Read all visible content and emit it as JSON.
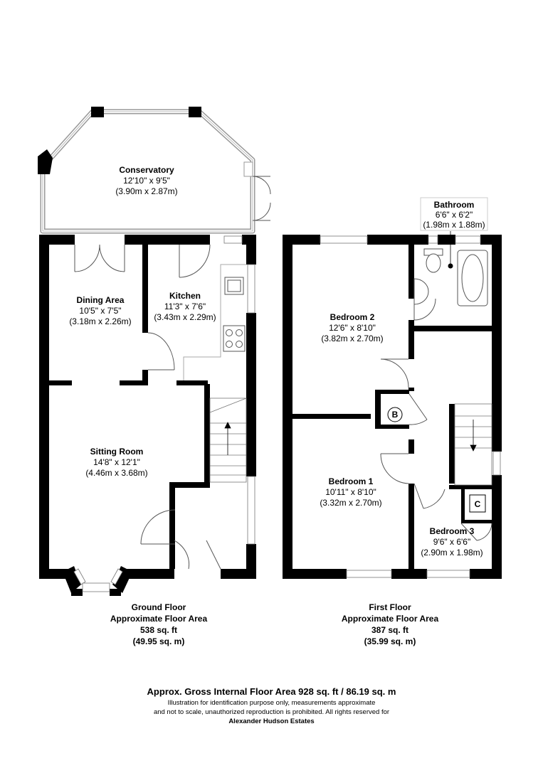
{
  "rooms": {
    "conservatory": {
      "name": "Conservatory",
      "imperial": "12'10\" x 9'5\"",
      "metric": "(3.90m x 2.87m)"
    },
    "dining": {
      "name": "Dining Area",
      "imperial": "10'5\" x 7'5\"",
      "metric": "(3.18m x 2.26m)"
    },
    "kitchen": {
      "name": "Kitchen",
      "imperial": "11'3\" x 7'6\"",
      "metric": "(3.43m x 2.29m)"
    },
    "sitting": {
      "name": "Sitting Room",
      "imperial": "14'8\" x 12'1\"",
      "metric": "(4.46m x 3.68m)"
    },
    "bathroom": {
      "name": "Bathroom",
      "imperial": "6'6\" x 6'2\"",
      "metric": "(1.98m x 1.88m)"
    },
    "bedroom2": {
      "name": "Bedroom 2",
      "imperial": "12'6\" x 8'10\"",
      "metric": "(3.82m x 2.70m)"
    },
    "bedroom1": {
      "name": "Bedroom 1",
      "imperial": "10'11\" x 8'10\"",
      "metric": "(3.32m x 2.70m)"
    },
    "bedroom3": {
      "name": "Bedroom 3",
      "imperial": "9'6\" x 6'6\"",
      "metric": "(2.90m x 1.98m)"
    }
  },
  "markers": {
    "boiler": "B",
    "cupboard": "C"
  },
  "floors": {
    "ground": {
      "name": "Ground Floor",
      "label": "Approximate Floor Area",
      "sqft": "538 sq. ft",
      "sqm": "(49.95 sq. m)"
    },
    "first": {
      "name": "First Floor",
      "label": "Approximate Floor Area",
      "sqft": "387 sq. ft",
      "sqm": "(35.99 sq. m)"
    }
  },
  "footer": {
    "gross": "Approx. Gross Internal Floor Area 928 sq. ft / 86.19 sq. m",
    "note_line1": "Illustration for identification purpose only, measurements approximate",
    "note_line2": "and not to scale, unauthorized reproduction is prohibited. All rights reserved for",
    "brand": "Alexander Hudson Estates"
  }
}
